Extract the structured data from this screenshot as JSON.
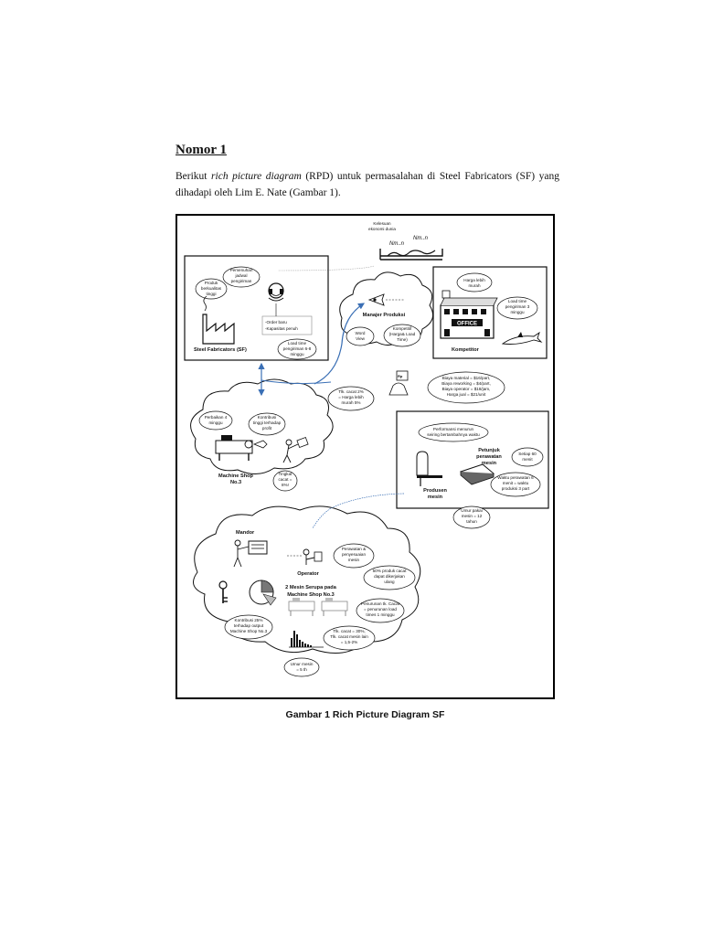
{
  "heading": "Nomor 1",
  "intro": {
    "prefix": "Berikut",
    "italic": "rich picture diagram",
    "suffix": "(RPD) untuk permasalahan di Steel Fabricators (SF) yang dihadapi oleh Lim E. Nate (Gambar 1)."
  },
  "caption": "Gambar 1 Rich Picture Diagram SF",
  "diagram": {
    "kelesuan": [
      "Kelesuan",
      "ekonomi dunia"
    ],
    "sf_cloud_1": [
      "Pemenuhan",
      "jadwal",
      "pengiriman"
    ],
    "sf_cloud_2": [
      "Produk",
      "berkualitas",
      "tinggi"
    ],
    "sf_orders": [
      "-Order baru",
      "-Kapasitas penuh"
    ],
    "sf_leadtime": [
      "Load time",
      "pengiriman 6-8",
      "minggu"
    ],
    "sf_title": "Steel Fabricators (SF)",
    "manajer_title": "Manajer Produksi",
    "world_view": [
      "Word",
      "View"
    ],
    "kompetitif": [
      "Kompetitif",
      "(Harga& Load",
      "Time)"
    ],
    "komp_harga": [
      "Harga lebih",
      "murah"
    ],
    "komp_leadtime": [
      "Load time",
      "pengiriman 3",
      "minggu"
    ],
    "office_sign": "OFFICE",
    "komp_title": "Kompetitor",
    "tlk_cacat": [
      "Tlk. cacat 2%",
      "= Harga lebih",
      "murah 5%"
    ],
    "biaya": [
      "Biaya material = $16/part,",
      "Biaya reworking = $4/part,",
      "Biaya operator = $18/jam,",
      "Harga jual = $21/unit"
    ],
    "ms3_perbaikan": [
      "Perbaikan 4",
      "minggu"
    ],
    "ms3_kontribusi": [
      "Kontribusi",
      "tinggi terhadap",
      "profit"
    ],
    "ms3_tingkat": [
      "Tingkat",
      "cacat =",
      "8%!"
    ],
    "ms3_title": [
      "Machine Shop",
      "No.3"
    ],
    "prod_performansi": [
      "Performansi menurun",
      "seiring bertambahnya waktu"
    ],
    "prod_petunjuk": [
      "Petunjuk",
      "perawatan",
      "mesin"
    ],
    "prod_setiap": [
      "Setiap 60",
      "menit"
    ],
    "prod_waktu": [
      "Waktu perawatan 6",
      "menit = waktu",
      "produksi 3 part"
    ],
    "prod_title": [
      "Produsen",
      "mesin"
    ],
    "prod_umur": [
      "Umur pakai",
      "mesin = 12",
      "tahun"
    ],
    "mandor_title": "Mandor",
    "operator_title": "Operator",
    "op_perawatan": [
      "Perawatan &",
      "penyesuaian",
      "mesin"
    ],
    "op_50": [
      "50% produk cacat",
      "dapat dikerjakan",
      "ulang"
    ],
    "mesin_title": [
      "2 Mesin Serupa pada",
      "Machine Shop No.3"
    ],
    "op_penurunan": [
      "Penurunan tk. Cacat",
      "= penurunan load",
      "times 1 minggu"
    ],
    "op_kontribusi": [
      "Kontribusi 25%",
      "terhadap output",
      "Machine Shop No.3"
    ],
    "op_tlk": [
      "Tlk. cacat = 30%,",
      "Tlk. cacat mesin lain",
      "= 1,5-2%"
    ],
    "op_umur": [
      "Umur mesin",
      "= 5 th"
    ]
  }
}
